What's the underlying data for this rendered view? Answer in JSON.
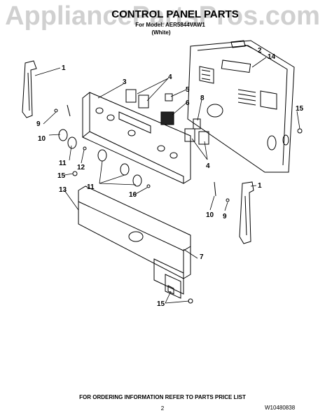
{
  "watermark": "AppliancePartsPros.com",
  "title": "CONTROL PANEL PARTS",
  "subtitle": "For Model: AER5844VAW1",
  "variant": "(White)",
  "callouts": [
    "1",
    "2",
    "3",
    "4",
    "5",
    "6",
    "7",
    "8",
    "9",
    "10",
    "11",
    "12",
    "13",
    "14",
    "15",
    "16"
  ],
  "footer": "FOR ORDERING INFORMATION REFER TO PARTS PRICE LIST",
  "page_number": "2",
  "doc_number": "W10480838"
}
